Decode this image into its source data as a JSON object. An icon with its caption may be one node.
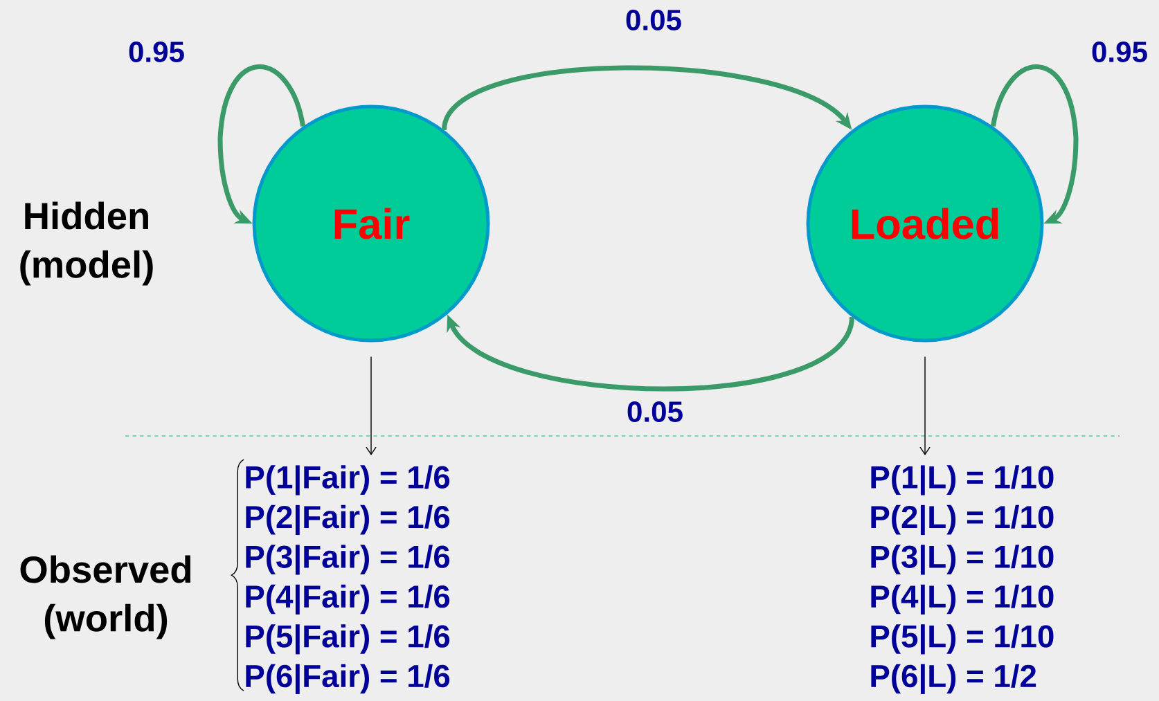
{
  "diagram": {
    "nodes": [
      {
        "text": [
          "Fair"
        ]
      },
      {
        "text": [
          "Loaded"
        ]
      },
      {
        "text": [
          "P(1|Fair) = 1/6",
          "P(2|Fair) = 1/6",
          "P(3|Fair) = 1/6",
          "P(4|Fair) = 1/6",
          "P(5|Fair) = 1/6",
          "P(6|Fair) = 1/6"
        ]
      },
      {
        "text": [
          "P(1|L) = 1/10",
          "P(2|L) = 1/10",
          "P(3|L) = 1/10",
          "P(4|L) = 1/10",
          "P(5|L) = 1/10",
          "P(6|L) = 1/2"
        ]
      }
    ],
    "edges": [
      {
        "from": 0,
        "to": 0,
        "arrow": "to",
        "label": "0.95"
      },
      {
        "from": 0,
        "to": 1,
        "arrow": "to",
        "label": "0.05"
      },
      {
        "from": 1,
        "to": 1,
        "arrow": "to",
        "label": "0.95"
      },
      {
        "from": 1,
        "to": 0,
        "arrow": "to",
        "label": "0.05"
      },
      {
        "from": 0,
        "to": 2,
        "arrow": "to",
        "color": "#000000"
      },
      {
        "from": 1,
        "to": 3,
        "arrow": "to",
        "color": "#000000"
      }
    ],
    "labels": [
      "Hidden (model)",
      "Observed (world)"
    ]
  }
}
